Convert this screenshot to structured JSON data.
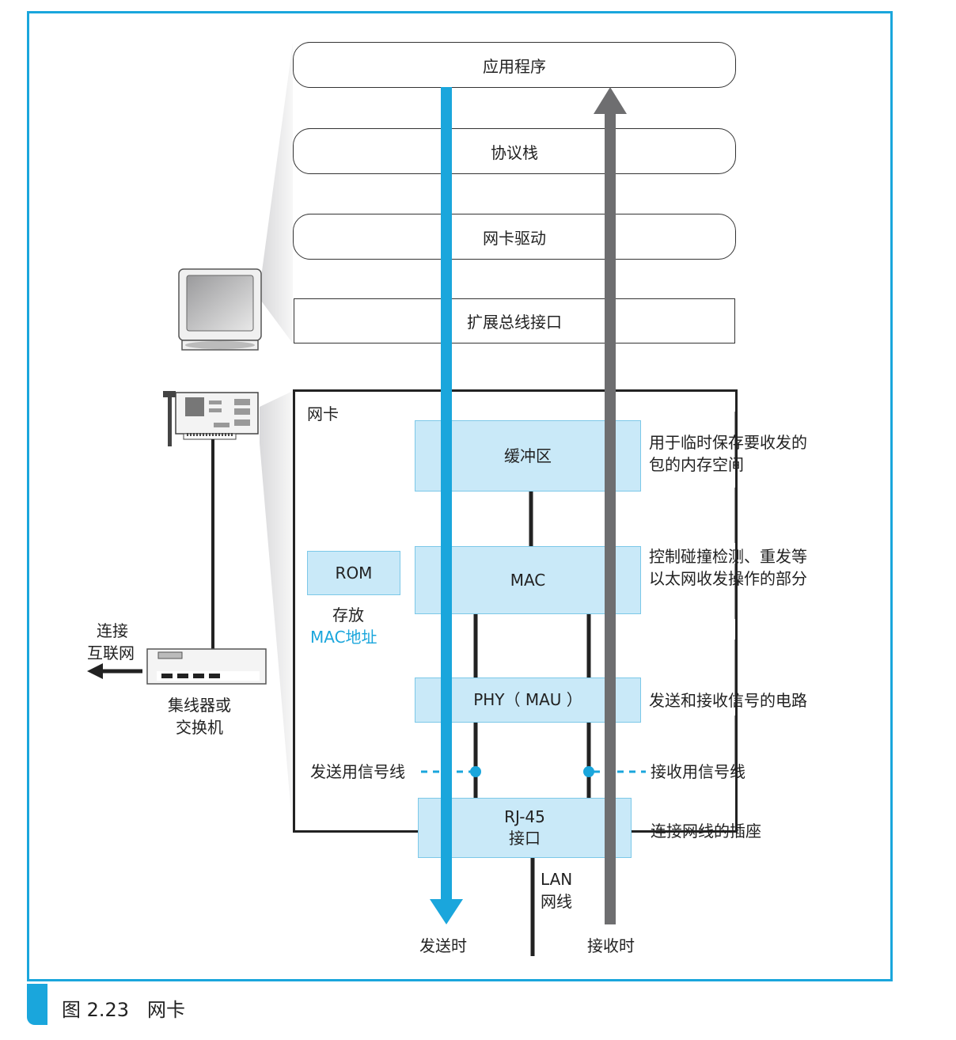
{
  "layers": {
    "application": "应用程序",
    "protocol_stack": "协议栈",
    "nic_driver": "网卡驱动",
    "expansion_bus": "扩展总线接口"
  },
  "nic": {
    "title": "网卡",
    "buffer": "缓冲区",
    "mac": "MAC",
    "phy": "PHY（ MAU ）",
    "rj45_line1": "RJ-45",
    "rj45_line2": "接口",
    "rom": "ROM"
  },
  "notes": {
    "rom_store_line1": "存放",
    "rom_store_line2": "MAC地址",
    "buffer_desc_line1": "用于临时保存要收发的",
    "buffer_desc_line2": "包的内存空间",
    "mac_desc_line1": "控制碰撞检测、重发等",
    "mac_desc_line2": "以太网收发操作的部分",
    "phy_desc": "发送和接收信号的电路",
    "send_line": "发送用信号线",
    "recv_line": "接收用信号线",
    "socket_desc": "连接网线的插座",
    "lan_line1": "LAN",
    "lan_line2": "网线",
    "send_time": "发送时",
    "recv_time": "接收时"
  },
  "left": {
    "internet_line1": "连接",
    "internet_line2": "互联网",
    "hub_line1": "集线器或",
    "hub_line2": "交换机"
  },
  "colors": {
    "accent_blue": "#1aa6dc",
    "light_blue_fill": "#c9e9f8",
    "receive_arrow_gray": "#6e6e70"
  },
  "caption": {
    "number": "图 2.23",
    "title": "网卡"
  }
}
